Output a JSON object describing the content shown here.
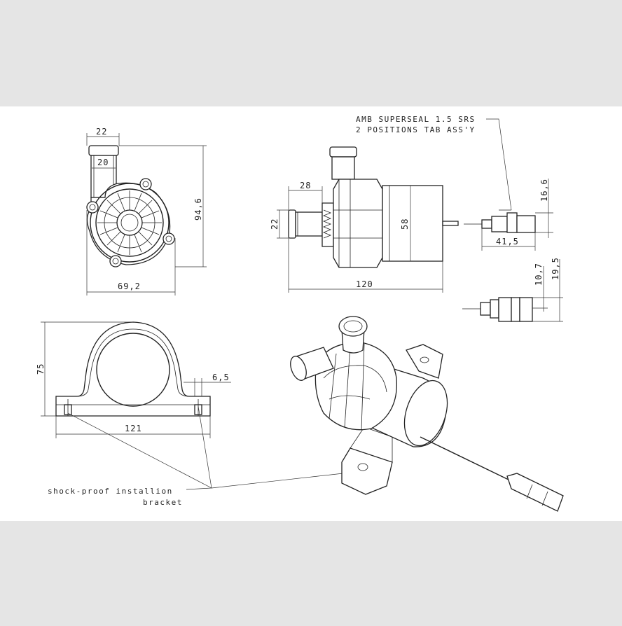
{
  "dimensions": {
    "front_outlet_outer": "22",
    "front_outlet_inner": "20",
    "front_height": "94,6",
    "front_width": "69,2",
    "side_inlet_length": "28",
    "side_inlet_dia": "22",
    "side_body_dia": "58",
    "side_length": "120",
    "connector_width": "41,5",
    "connector_height": "16,6",
    "plug_height_inner": "10,7",
    "plug_height_outer": "19,5",
    "bracket_height": "75",
    "bracket_width": "121",
    "bracket_hole": "6,5"
  },
  "labels": {
    "connector_line1": "AMB SUPERSEAL 1.5 SRS",
    "connector_line2": "2 POSITIONS TAB ASS'Y",
    "bracket_line1": "shock-proof installion",
    "bracket_line2": "bracket"
  }
}
